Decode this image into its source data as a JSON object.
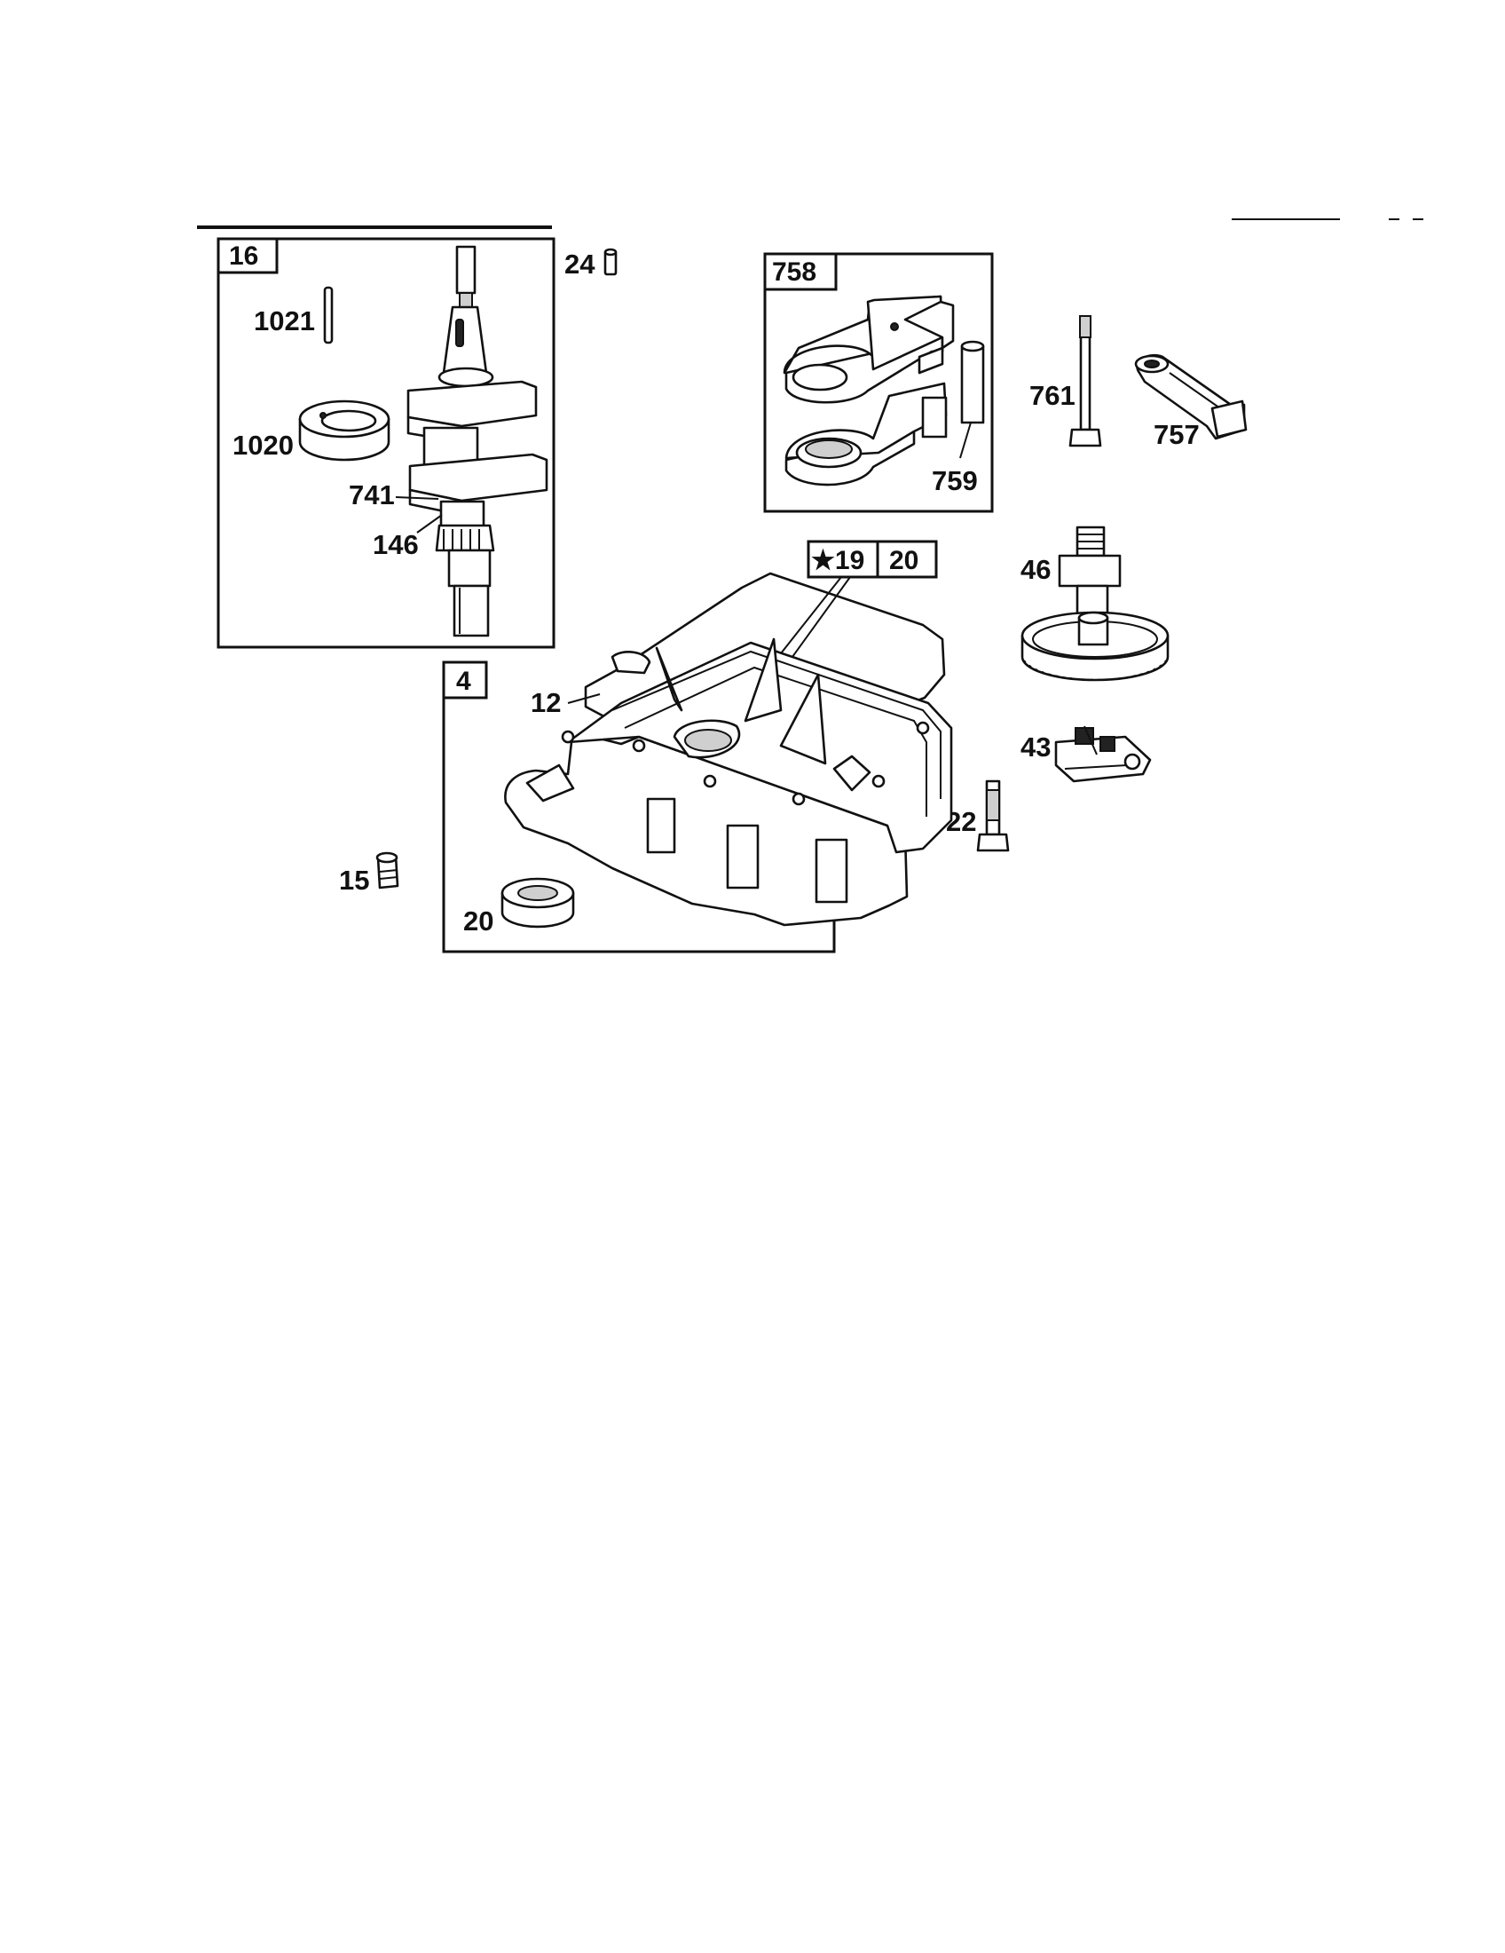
{
  "boxes": {
    "crankshaft": "16",
    "connecting_rod_kit": "758",
    "sump": "4",
    "gasket_kit_star": "★19",
    "gasket_kit": "20"
  },
  "labels": {
    "key_1021": "1021",
    "washer_1020": "1020",
    "gear_741": "741",
    "gear_146": "146",
    "dowel_24": "24",
    "pin_759": "759",
    "bolt_761": "761",
    "rod_757": "757",
    "camshaft_46": "46",
    "gasket_12": "12",
    "governor_43": "43",
    "screw_22": "22",
    "plug_15": "15",
    "seal_20": "20"
  }
}
